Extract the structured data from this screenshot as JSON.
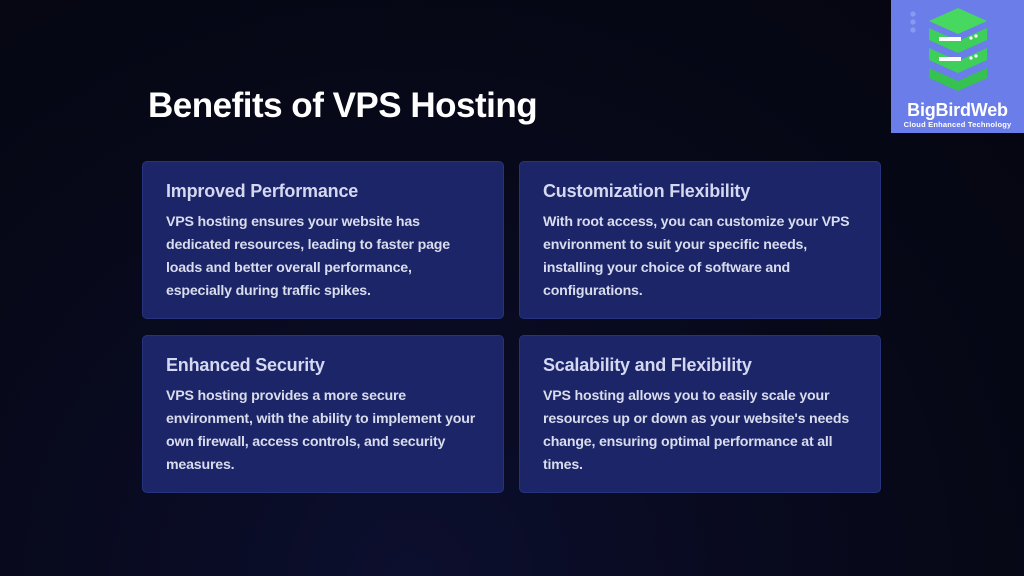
{
  "slide": {
    "title": "Benefits of VPS Hosting"
  },
  "cards": [
    {
      "title": "Improved Performance",
      "body": "VPS hosting ensures your website has dedicated resources, leading to faster page loads and better overall performance, especially during traffic spikes."
    },
    {
      "title": "Customization Flexibility",
      "body": "With root access, you can customize your VPS environment to suit your specific needs, installing your choice of software and configurations."
    },
    {
      "title": "Enhanced Security",
      "body": "VPS hosting provides a more secure environment, with the ability to implement your own firewall, access controls, and security measures."
    },
    {
      "title": "Scalability and Flexibility",
      "body": "VPS hosting allows you to easily scale your resources up or down as your website's needs change, ensuring optimal performance at all times."
    }
  ],
  "logo": {
    "name": "BigBirdWeb",
    "tagline": "Cloud Enhanced Technology",
    "icon": "server-stack-icon",
    "background_color": "#6a7de8",
    "icon_color": "#3ecf5a"
  },
  "colors": {
    "background": "#070819",
    "card_background": "#1b2568",
    "title_text": "#ffffff"
  }
}
